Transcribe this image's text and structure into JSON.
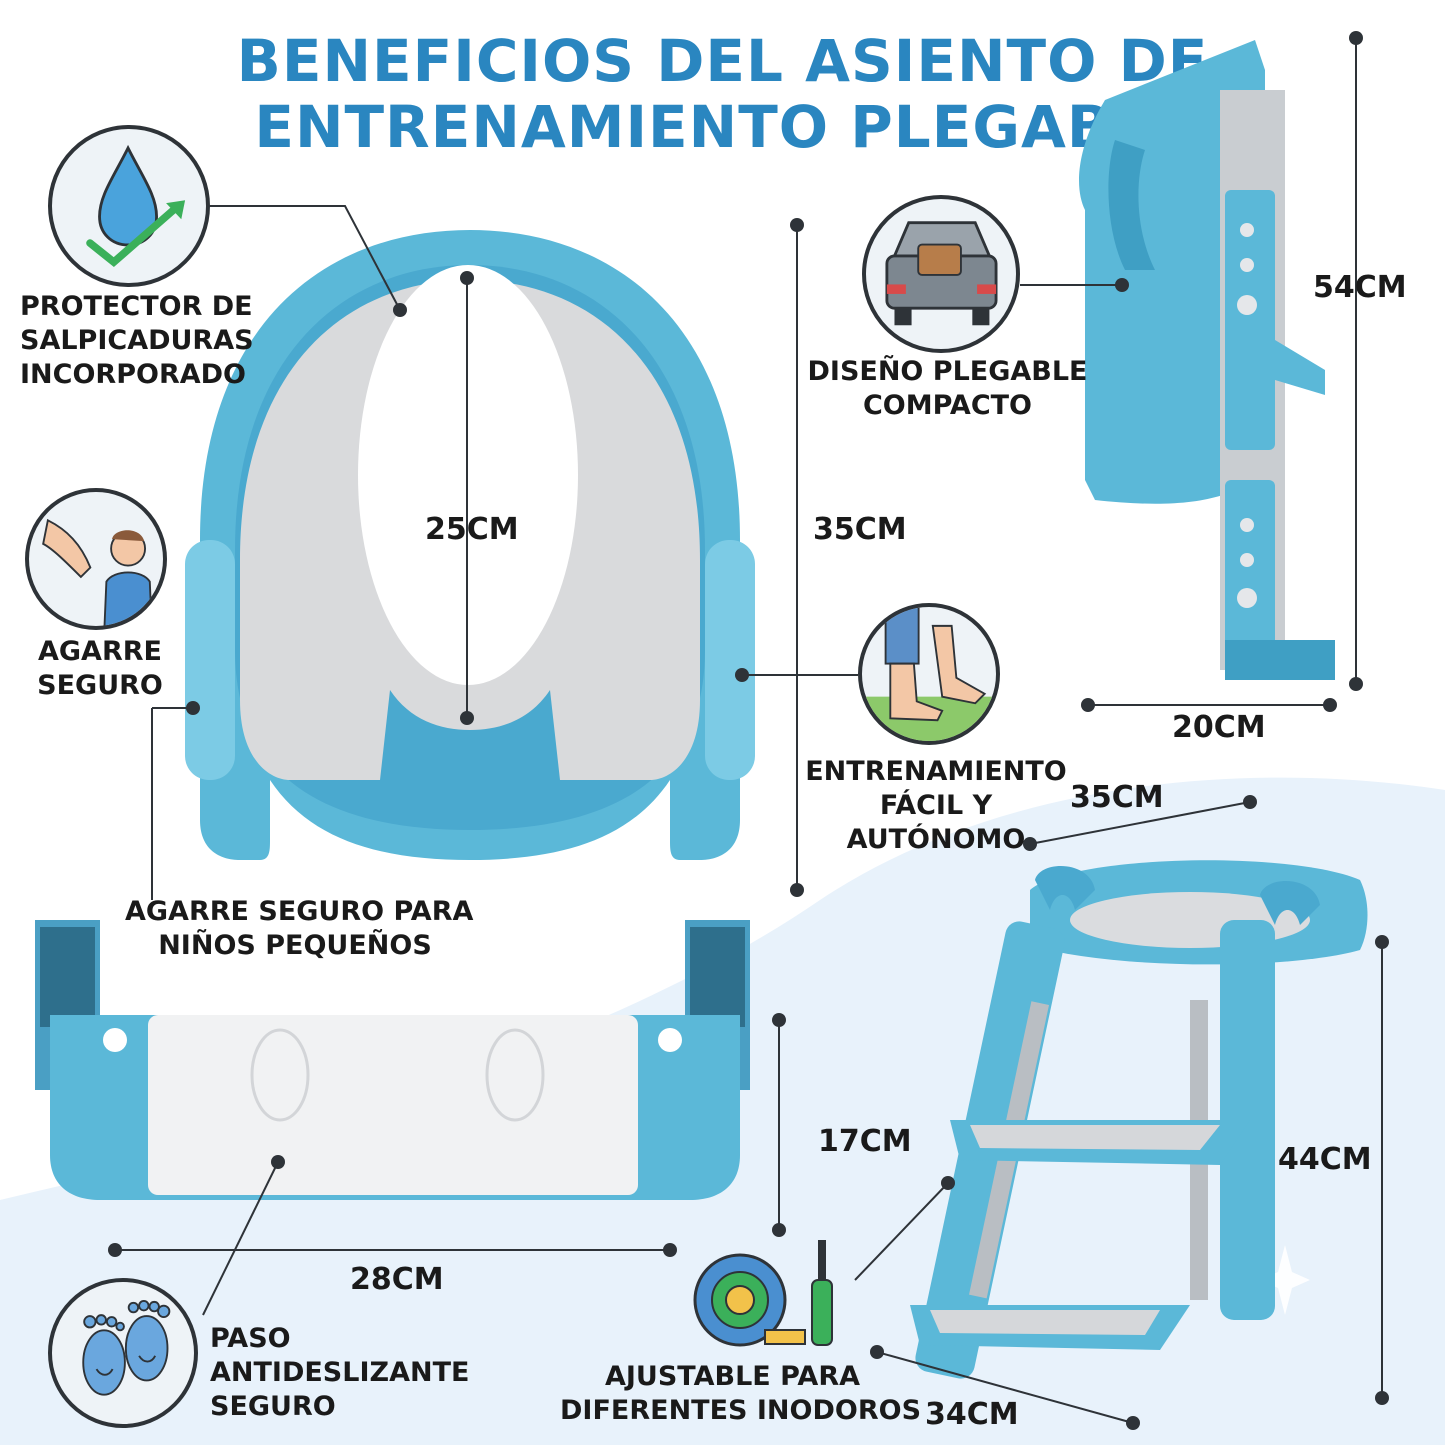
{
  "title": {
    "line1": "BENEFICIOS DEL ASIENTO DE",
    "line2": "ENTRENAMIENTO PLEGABLE"
  },
  "features": {
    "splash": [
      "PROTECTOR DE",
      "SALPICADURAS",
      "INCORPORADO"
    ],
    "grip": [
      "AGARRE",
      "SEGURO"
    ],
    "grip_kids": [
      "AGARRE SEGURO PARA",
      "NIÑOS PEQUEÑOS"
    ],
    "foldable": [
      "DISEÑO PLEGABLE",
      "COMPACTO"
    ],
    "training": [
      "ENTRENAMIENTO",
      "FÁCIL Y",
      "AUTÓNOMO"
    ],
    "step": [
      "PASO",
      "ANTIDESLIZANTE",
      "SEGURO"
    ],
    "adjustable": [
      "AJUSTABLE PARA",
      "DIFERENTES INODOROS"
    ]
  },
  "dimensions": {
    "seat_inner_length": "25CM",
    "seat_length": "35CM",
    "folded_height": "54CM",
    "folded_width": "20CM",
    "seat_depth": "35CM",
    "step_height": "17CM",
    "step_width": "28CM",
    "ladder_height": "44CM",
    "ladder_width": "34CM"
  },
  "icons": {
    "splash": "water-drop-check-icon",
    "grip": "hand-child-icon",
    "foldable": "car-trunk-luggage-icon",
    "training": "feet-walking-icon",
    "step": "smiling-feet-icon",
    "adjustable": "tape-measure-screwdriver-icon"
  },
  "colors": {
    "title": "#2a86c0",
    "product": "#5bb8d8",
    "product_dark": "#3f9fc4",
    "pad": "#d9dadc",
    "background_wave": "#e8f2fb"
  }
}
